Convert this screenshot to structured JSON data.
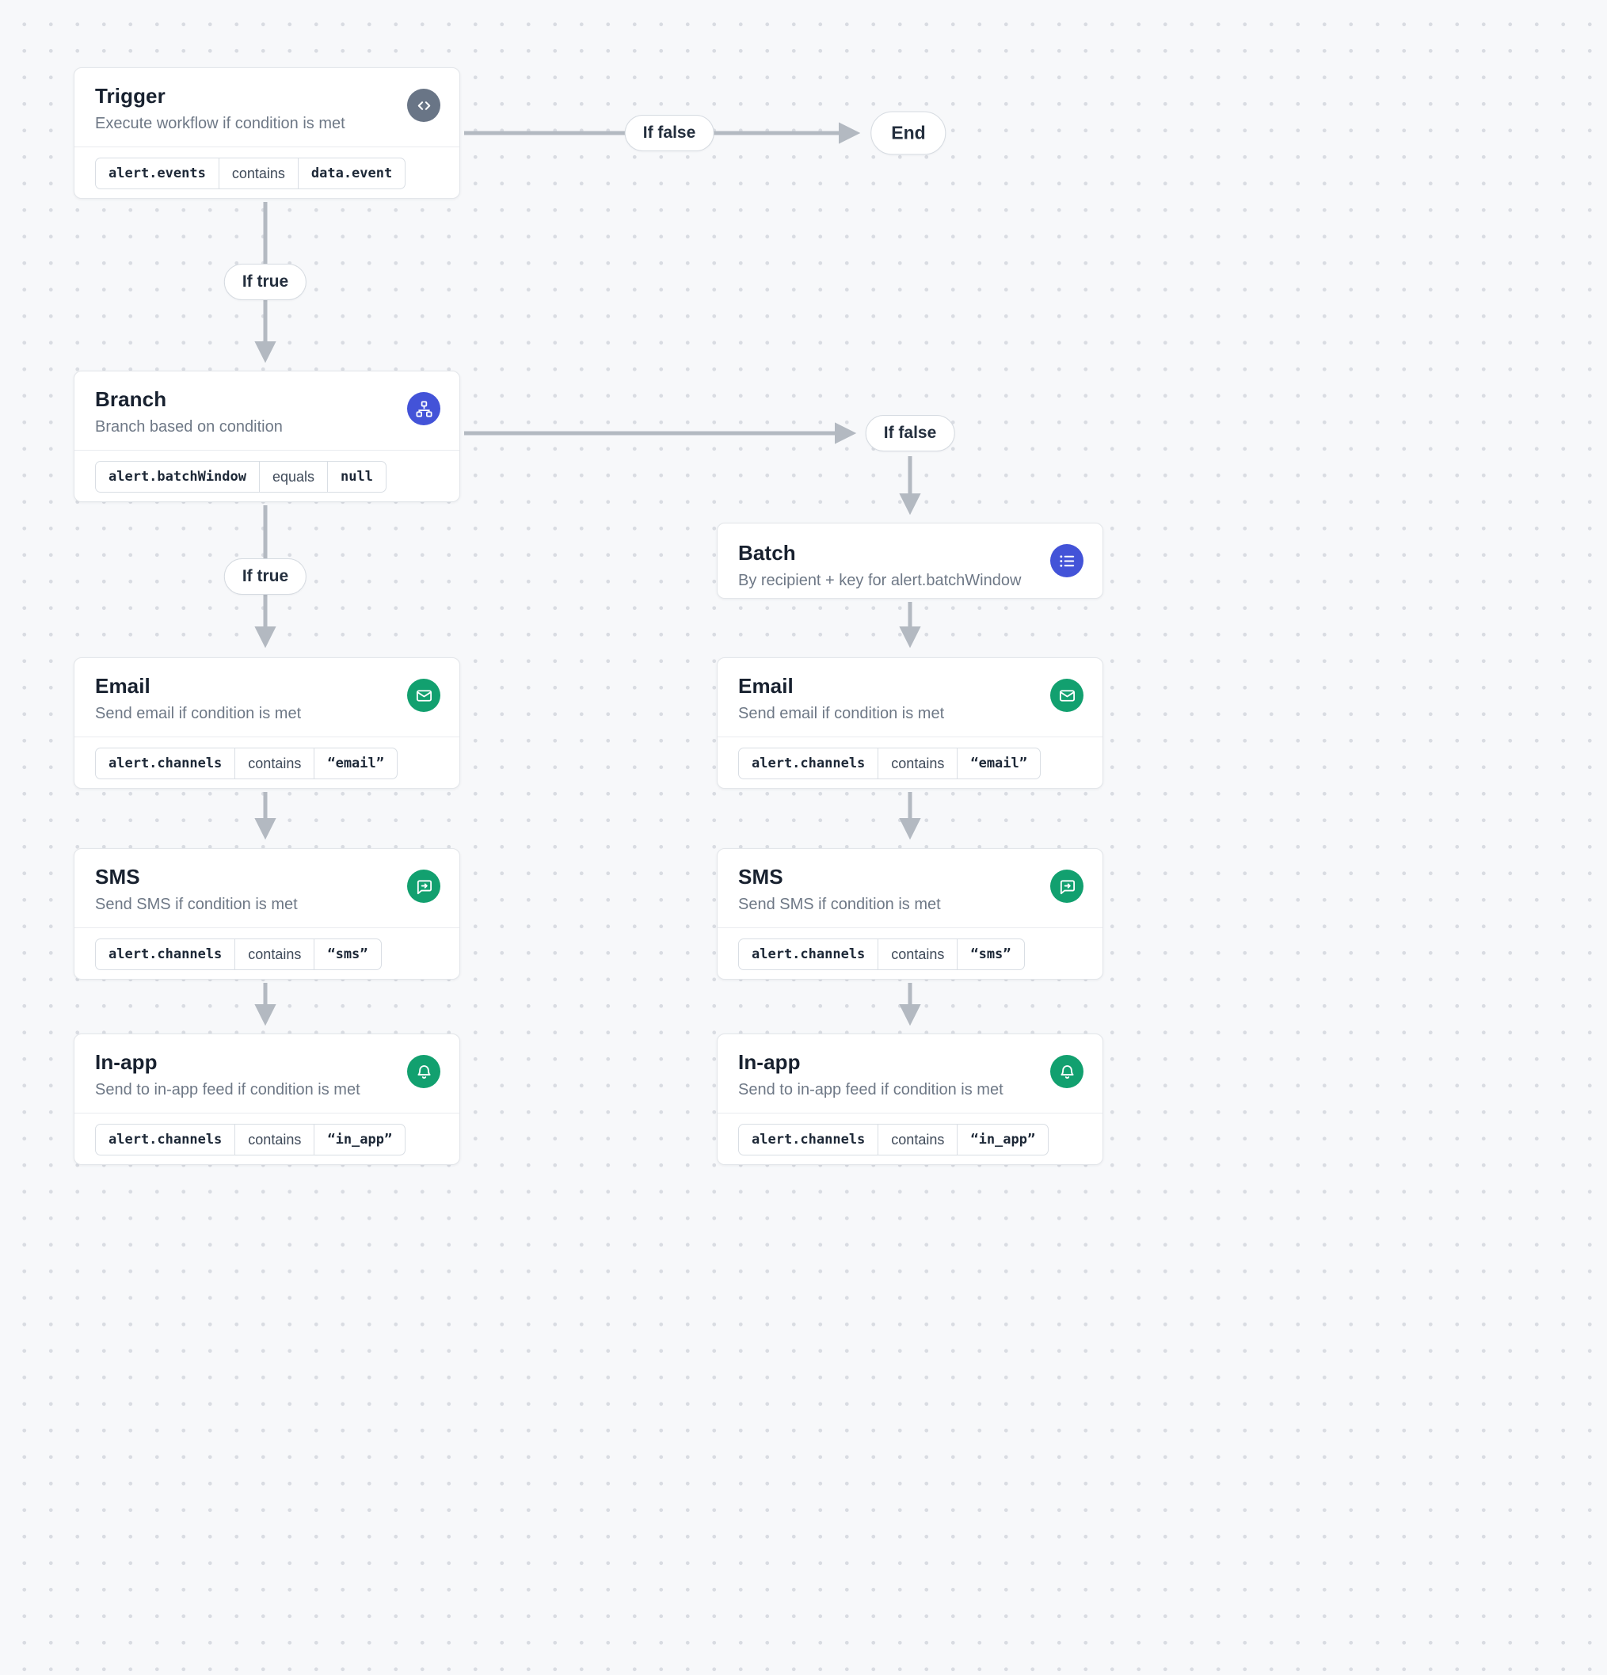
{
  "canvas": {
    "background": "#f7f8fa",
    "dot_color": "#d9dce2",
    "arrow_color": "#b3b9c1"
  },
  "labels": {
    "if_true": "If true",
    "if_false": "If false",
    "end": "End"
  },
  "workflow": {
    "trigger": {
      "title": "Trigger",
      "subtitle": "Execute workflow if condition is met",
      "icon": "code-icon",
      "icon_color": "#697586",
      "condition": {
        "field": "alert.events",
        "operator": "contains",
        "value": "data.event"
      }
    },
    "branch": {
      "title": "Branch",
      "subtitle": "Branch based on condition",
      "icon": "sitemap-icon",
      "icon_color": "#4353d8",
      "condition": {
        "field": "alert.batchWindow",
        "operator": "equals",
        "value": "null"
      }
    },
    "true_path": {
      "email": {
        "title": "Email",
        "subtitle": "Send email if condition is met",
        "icon": "mail-icon",
        "icon_color": "#12a06f",
        "condition": {
          "field": "alert.channels",
          "operator": "contains",
          "value": "“email”"
        }
      },
      "sms": {
        "title": "SMS",
        "subtitle": "Send SMS if condition is met",
        "icon": "chat-icon",
        "icon_color": "#12a06f",
        "condition": {
          "field": "alert.channels",
          "operator": "contains",
          "value": "“sms”"
        }
      },
      "in_app": {
        "title": "In-app",
        "subtitle": "Send to in-app feed if condition is met",
        "icon": "bell-icon",
        "icon_color": "#12a06f",
        "condition": {
          "field": "alert.channels",
          "operator": "contains",
          "value": "“in_app”"
        }
      }
    },
    "false_path": {
      "batch": {
        "title": "Batch",
        "subtitle": "By recipient + key for alert.batchWindow",
        "icon": "list-icon",
        "icon_color": "#4353d8"
      },
      "email": {
        "title": "Email",
        "subtitle": "Send email if condition is met",
        "icon": "mail-icon",
        "icon_color": "#12a06f",
        "condition": {
          "field": "alert.channels",
          "operator": "contains",
          "value": "“email”"
        }
      },
      "sms": {
        "title": "SMS",
        "subtitle": "Send SMS if condition is met",
        "icon": "chat-icon",
        "icon_color": "#12a06f",
        "condition": {
          "field": "alert.channels",
          "operator": "contains",
          "value": "“sms”"
        }
      },
      "in_app": {
        "title": "In-app",
        "subtitle": "Send to in-app feed if condition is met",
        "icon": "bell-icon",
        "icon_color": "#12a06f",
        "condition": {
          "field": "alert.channels",
          "operator": "contains",
          "value": "“in_app”"
        }
      }
    }
  }
}
